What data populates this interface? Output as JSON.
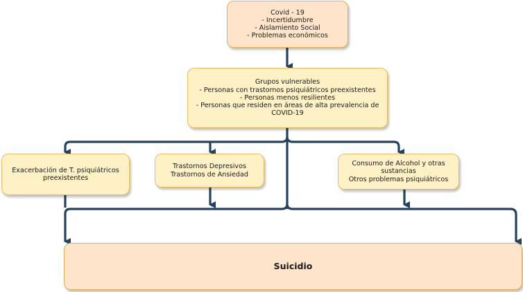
{
  "diagram": {
    "type": "flowchart",
    "colors": {
      "connector": "#23425f",
      "peach_fill": "#fde4cb",
      "yellow_fill": "#fef1c6",
      "border": "#e4b150"
    },
    "nodes": {
      "covid": {
        "label": "Covid - 19\n- Incertidumbre\n- Aislamiento Social\n- Problemas económicos"
      },
      "grupos": {
        "label": "Grupos vulnerables\n- Personas con trastornos psiquiátricos preexistentes\n- Personas menos resilientes\n- Personas que residen en áreas de alta prevalencia de COVID-19"
      },
      "exacerbacion": {
        "label": "Exacerbación de T. psiquiátricos\npreexistentes"
      },
      "trastornos": {
        "label": "Trastornos Depresivos\nTrastornos de Ansiedad"
      },
      "consumo": {
        "label": "Consumo de Alcohol y otras sustancias\nOtros problemas psiquiátricos"
      },
      "suicidio": {
        "label": "Suicidio"
      }
    },
    "edges": [
      {
        "from": "covid",
        "to": "grupos"
      },
      {
        "from": "grupos",
        "to": "exacerbacion"
      },
      {
        "from": "grupos",
        "to": "trastornos"
      },
      {
        "from": "grupos",
        "to": "consumo"
      },
      {
        "from": "grupos",
        "to": "suicidio"
      },
      {
        "from": "exacerbacion",
        "to": "suicidio"
      },
      {
        "from": "trastornos",
        "to": "suicidio"
      },
      {
        "from": "consumo",
        "to": "suicidio"
      }
    ]
  }
}
